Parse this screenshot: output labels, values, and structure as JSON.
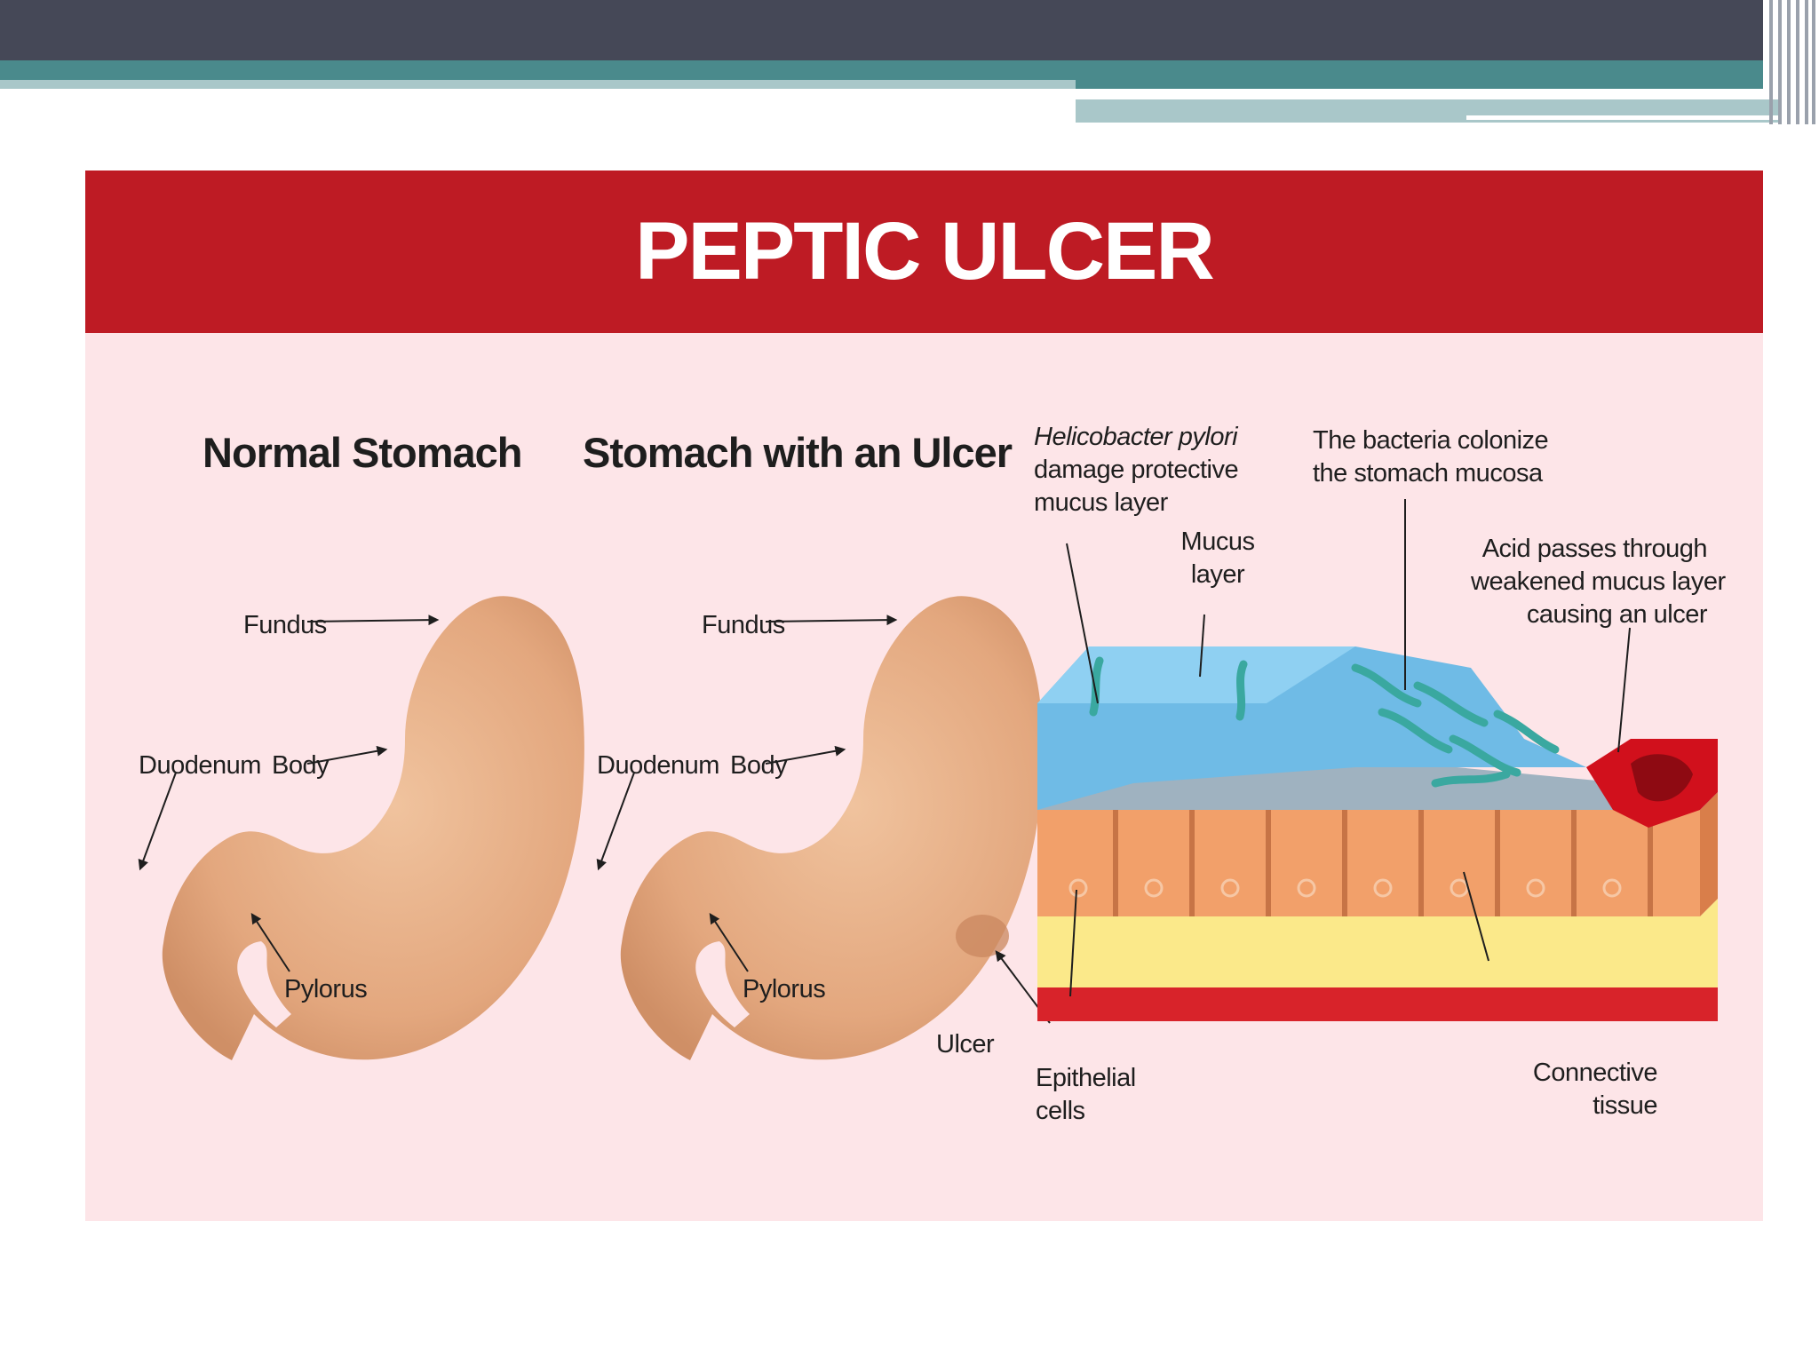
{
  "title": "PEPTIC ULCER",
  "panels": {
    "normal": {
      "heading": "Normal Stomach",
      "labels": {
        "fundus": "Fundus",
        "body": "Body",
        "duodenum": "Duodenum",
        "pylorus": "Pylorus"
      }
    },
    "ulcer": {
      "heading": "Stomach with an Ulcer",
      "labels": {
        "fundus": "Fundus",
        "body": "Body",
        "duodenum": "Duodenum",
        "pylorus": "Pylorus",
        "ulcer": "Ulcer"
      }
    },
    "cross_section": {
      "labels": {
        "h_pylori_italic": "Helicobacter pylori",
        "h_pylori_line2": "damage protective",
        "h_pylori_line3": "mucus layer",
        "colonize_line1": "The bacteria colonize",
        "colonize_line2": "the stomach mucosa",
        "mucus_line1": "Mucus",
        "mucus_line2": "layer",
        "acid_line1": "Acid passes through",
        "acid_line2": "weakened mucus layer",
        "acid_line3": "causing an ulcer",
        "epithelial_line1": "Epithelial",
        "epithelial_line2": "cells",
        "connective_line1": "Connective",
        "connective_line2": "tissue"
      }
    }
  },
  "colors": {
    "banner": "#be1b24",
    "panel_bg": "#fde5e8",
    "stomach": "#e7b088",
    "mucus": "#6fbbe6",
    "epithelium": "#f2a06a",
    "connective": "#fbe98a",
    "ulcer_red": "#d1101c",
    "bacteria": "#3aa8a0"
  }
}
